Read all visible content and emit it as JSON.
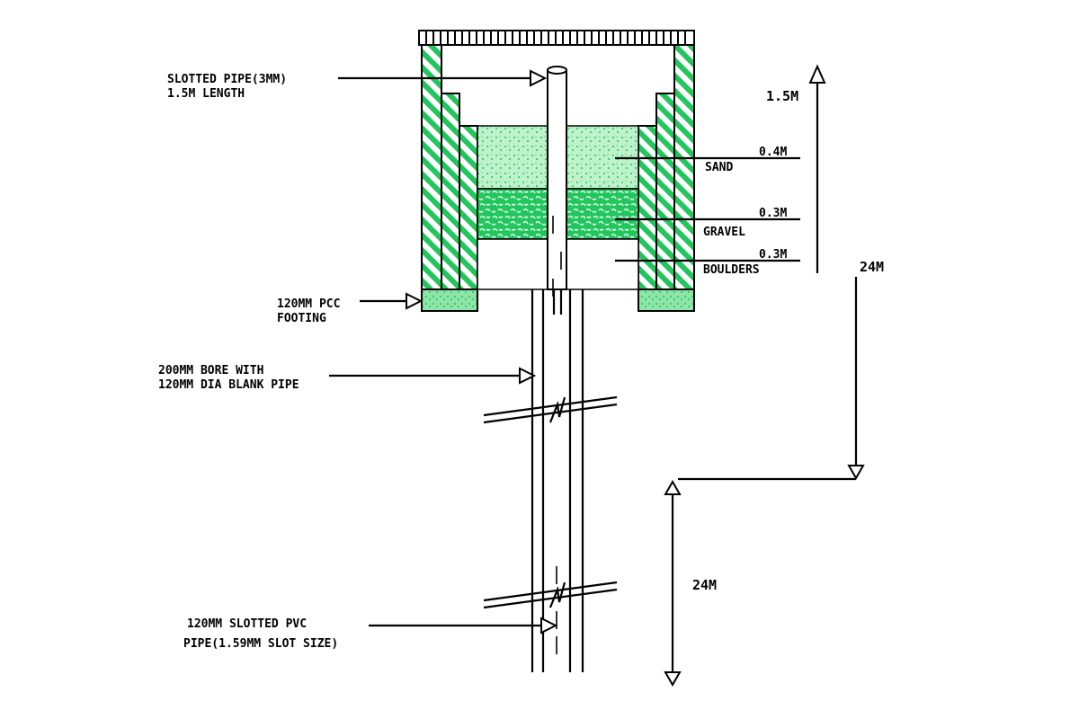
{
  "colors": {
    "green": "#22c55e",
    "light_green": "#b8f0c8",
    "line": "#000000",
    "background": "#ffffff"
  },
  "labels": {
    "slotted_pipe_line1": "SLOTTED PIPE(3MM)",
    "slotted_pipe_line2": "1.5M LENGTH",
    "pcc_footing_line1": "120MM PCC",
    "pcc_footing_line2": "FOOTING",
    "bore_line1": "200MM BORE WITH",
    "bore_line2": "120MM DIA BLANK PIPE",
    "pvc_pipe_line1": "120MM SLOTTED PVC",
    "pvc_pipe_line2": "PIPE(1.59MM SLOT SIZE)",
    "sand": "SAND",
    "gravel": "GRAVEL",
    "boulders": "BOULDERS",
    "sand_depth": "0.4M",
    "gravel_depth": "0.3M",
    "boulders_depth": "0.3M",
    "pit_depth": "1.5M",
    "upper_depth": "24M",
    "lower_depth": "24M"
  }
}
